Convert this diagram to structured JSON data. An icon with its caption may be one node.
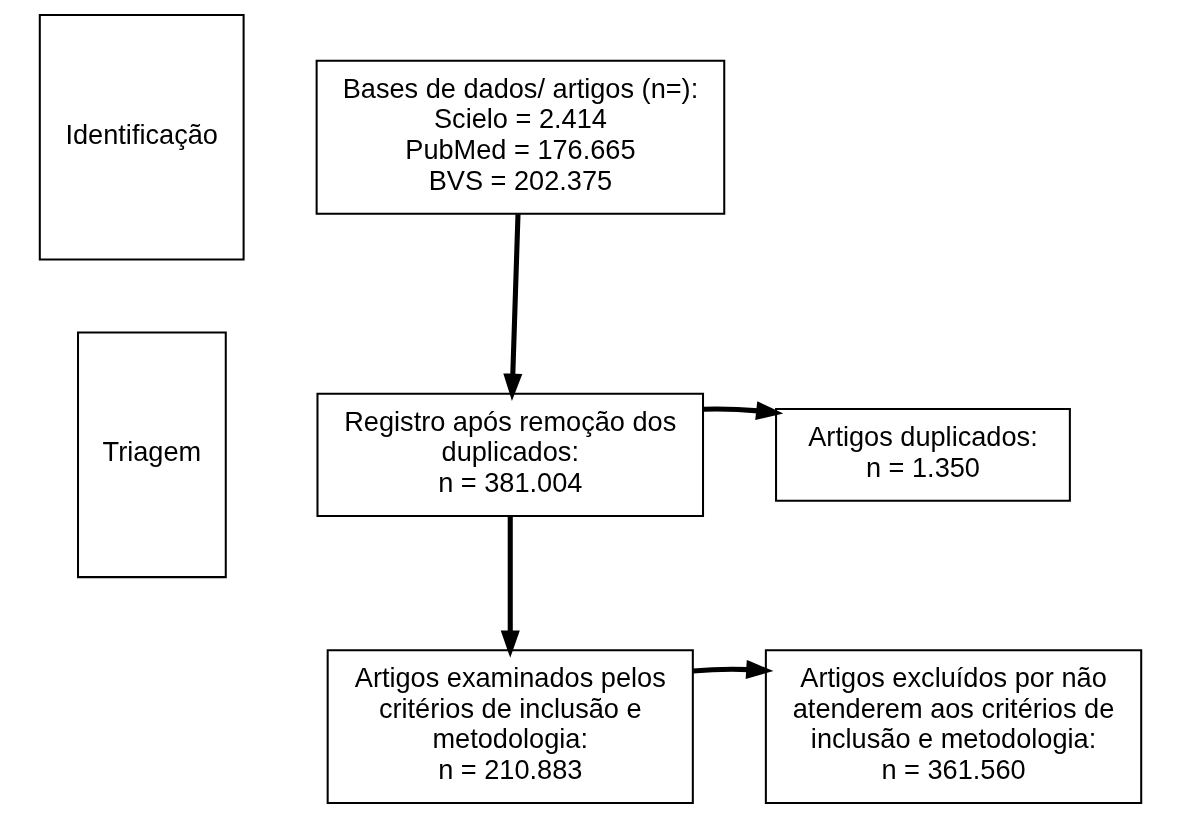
{
  "diagram": {
    "nodes": [
      {
        "text": [
          "Identificação"
        ]
      },
      {
        "text": [
          "Bases de dados/ artigos (n=):",
          "Scielo = 2.414",
          "PubMed = 176.665",
          "BVS = 202.375"
        ]
      },
      {
        "text": [
          "Triagem"
        ]
      },
      {
        "text": [
          "Registro após remoção dos duplicados:",
          "n = 381.004"
        ]
      },
      {
        "text": [
          "Artigos duplicados:",
          "n = 1.350"
        ]
      },
      {
        "text": [
          "Artigos examinados pelos critérios de inclusão e metodologia:",
          "n = 210.883"
        ]
      },
      {
        "text": [
          "Artigos excluídos por não atenderem aos critérios de inclusão e metodologia:",
          "n = 361.560"
        ]
      }
    ],
    "edges": [
      {
        "from": 1,
        "to": 3,
        "arrow": "to"
      },
      {
        "from": 3,
        "to": 4,
        "arrow": "to"
      },
      {
        "from": 3,
        "to": 5,
        "arrow": "to"
      },
      {
        "from": 5,
        "to": 6,
        "arrow": "to"
      }
    ]
  }
}
